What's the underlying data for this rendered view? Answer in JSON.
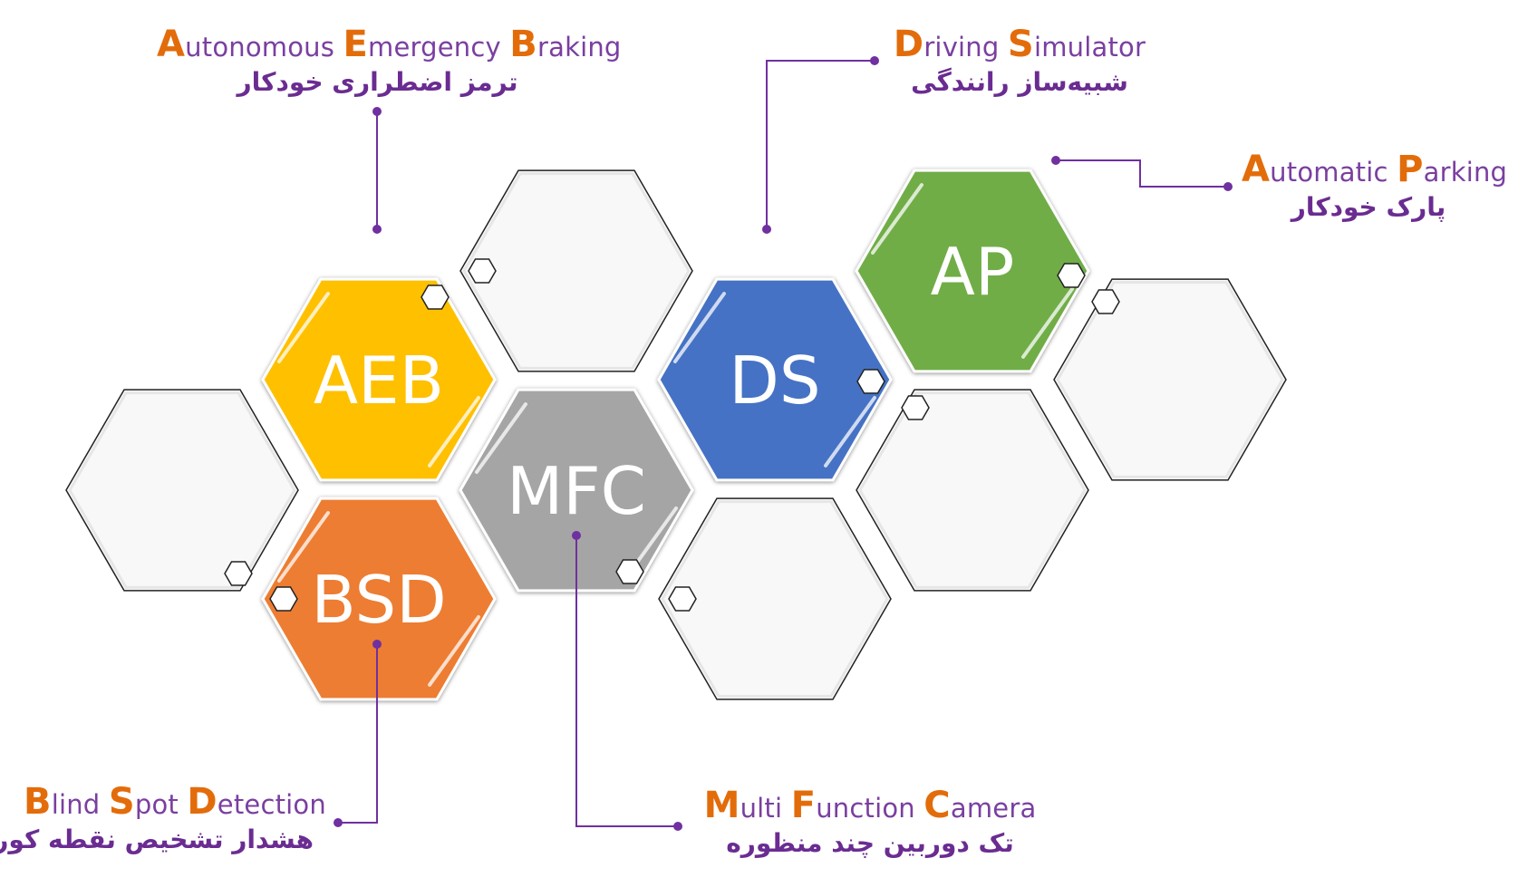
{
  "diagram": {
    "colors": {
      "aeb": "#ffc000",
      "bsd": "#ed7d31",
      "mfc": "#a5a5a5",
      "ds": "#4472c4",
      "ap": "#70ad47",
      "empty": "#f8f8f8",
      "connector": "#7030a0",
      "label_capital": "#e36c0a",
      "label_text": "#7a3fa0"
    },
    "nodes": [
      {
        "id": "aeb",
        "abbr": "AEB",
        "color": "aeb",
        "name_words": [
          {
            "cap": "A",
            "rest": "utonomous"
          },
          {
            "cap": "E",
            "rest": "mergency"
          },
          {
            "cap": "B",
            "rest": "raking"
          }
        ],
        "persian": "ترمز اضطراری خودکار"
      },
      {
        "id": "bsd",
        "abbr": "BSD",
        "color": "bsd",
        "name_words": [
          {
            "cap": "B",
            "rest": "lind"
          },
          {
            "cap": "S",
            "rest": "pot"
          },
          {
            "cap": "D",
            "rest": "etection"
          }
        ],
        "persian": "هشدار تشخیص نقطه کور"
      },
      {
        "id": "mfc",
        "abbr": "MFC",
        "color": "mfc",
        "name_words": [
          {
            "cap": "M",
            "rest": "ulti"
          },
          {
            "cap": "F",
            "rest": "unction"
          },
          {
            "cap": "C",
            "rest": "amera"
          }
        ],
        "persian": "تک دوربین چند منظوره"
      },
      {
        "id": "ds",
        "abbr": "DS",
        "color": "ds",
        "name_words": [
          {
            "cap": "D",
            "rest": "riving"
          },
          {
            "cap": "S",
            "rest": "imulator"
          }
        ],
        "persian": "شبیه‌ساز رانندگی"
      },
      {
        "id": "ap",
        "abbr": "AP",
        "color": "ap",
        "name_words": [
          {
            "cap": "A",
            "rest": "utomatic"
          },
          {
            "cap": "P",
            "rest": "arking"
          }
        ],
        "persian": "پارک خودکار"
      }
    ]
  }
}
